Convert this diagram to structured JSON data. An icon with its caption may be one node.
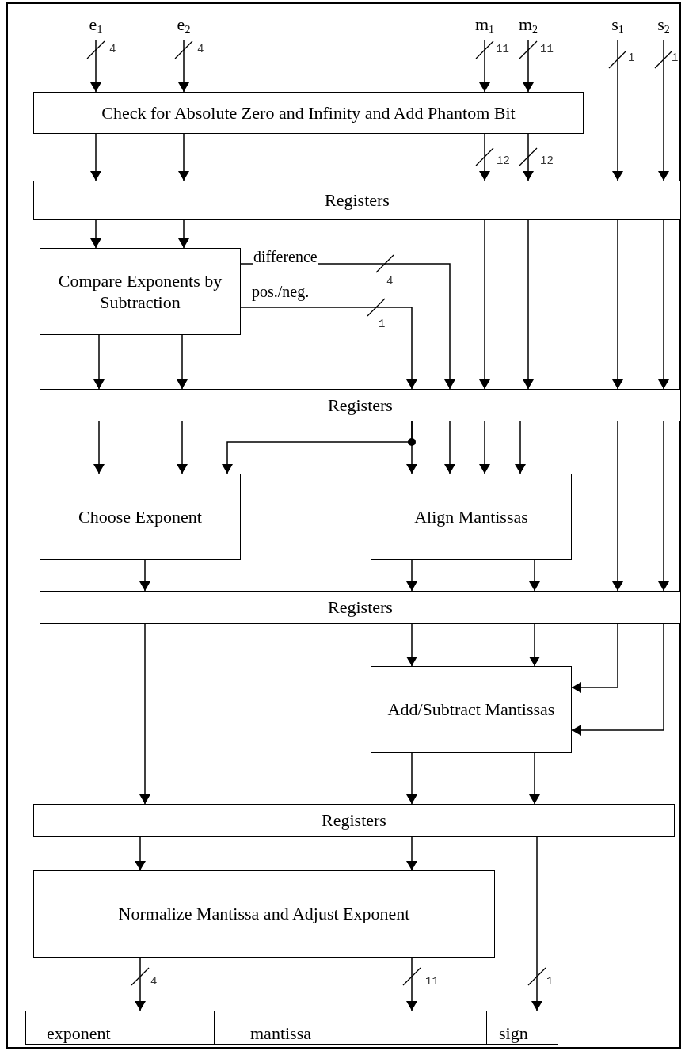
{
  "diagram": {
    "nodes": [
      {
        "text": [
          "e$_{1}$"
        ]
      },
      {
        "text": [
          "e$_{2}$"
        ]
      },
      {
        "text": [
          "m$_{1}$"
        ]
      },
      {
        "text": [
          "m$_{2}$"
        ]
      },
      {
        "text": [
          "s$_{1}$"
        ]
      },
      {
        "text": [
          "s$_{2}$"
        ]
      },
      {
        "text": [
          "Check for Absolute Zero and Infinity and Add Phantom Bit"
        ]
      },
      {
        "text": [
          "Registers"
        ]
      },
      {
        "text": [
          "Compare Exponents by Subtraction"
        ]
      },
      {
        "text": [
          "Registers"
        ]
      },
      {
        "text": [
          "Choose Exponent"
        ]
      },
      {
        "text": [
          "Align Mantissas"
        ]
      },
      {
        "text": [
          "Registers"
        ]
      },
      {
        "text": [
          "Add/Subtract Mantissas"
        ]
      },
      {
        "text": [
          "Registers"
        ]
      },
      {
        "text": [
          "Normalize Mantissa and Adjust Exponent"
        ]
      },
      {
        "text": [
          "exponent"
        ]
      },
      {
        "text": [
          "mantissa"
        ]
      },
      {
        "text": [
          "sign"
        ]
      }
    ],
    "edges": [
      {
        "from": 0,
        "to": 6,
        "arrow": "to"
      },
      {
        "from": 1,
        "to": 6,
        "arrow": "to"
      },
      {
        "from": 2,
        "to": 6,
        "arrow": "to"
      },
      {
        "from": 3,
        "to": 6,
        "arrow": "to"
      },
      {
        "from": 4,
        "to": 7,
        "arrow": "to"
      },
      {
        "from": 5,
        "to": 7,
        "arrow": "to"
      },
      {
        "from": 6,
        "to": 7,
        "arrow": "to"
      },
      {
        "from": 6,
        "to": 7,
        "arrow": "to"
      },
      {
        "from": 6,
        "to": 7,
        "arrow": "to"
      },
      {
        "from": 6,
        "to": 7,
        "arrow": "to"
      },
      {
        "from": 7,
        "to": 8,
        "arrow": "to"
      },
      {
        "from": 7,
        "to": 8,
        "arrow": "to"
      },
      {
        "from": 8,
        "to": 9,
        "arrow": "to",
        "label": "difference"
      },
      {
        "from": 8,
        "to": 9,
        "arrow": "to",
        "label": "pos./neg."
      },
      {
        "from": 7,
        "to": 9,
        "arrow": "to"
      },
      {
        "from": 7,
        "to": 9,
        "arrow": "to"
      },
      {
        "from": 7,
        "to": 9,
        "arrow": "to"
      },
      {
        "from": 7,
        "to": 9,
        "arrow": "to"
      },
      {
        "from": 8,
        "to": 9,
        "arrow": "to"
      },
      {
        "from": 8,
        "to": 9,
        "arrow": "to"
      },
      {
        "from": 9,
        "to": 10,
        "arrow": "to"
      },
      {
        "from": 9,
        "to": 10,
        "arrow": "to"
      },
      {
        "from": 9,
        "to": 10,
        "arrow": "to"
      },
      {
        "from": 9,
        "to": 11,
        "arrow": "to"
      },
      {
        "from": 9,
        "to": 11,
        "arrow": "to"
      },
      {
        "from": 9,
        "to": 11,
        "arrow": "to"
      },
      {
        "from": 9,
        "to": 11,
        "arrow": "to"
      },
      {
        "from": 9,
        "to": 12,
        "arrow": "to"
      },
      {
        "from": 9,
        "to": 12,
        "arrow": "to"
      },
      {
        "from": 10,
        "to": 12,
        "arrow": "to"
      },
      {
        "from": 11,
        "to": 12,
        "arrow": "to"
      },
      {
        "from": 11,
        "to": 12,
        "arrow": "to"
      },
      {
        "from": 12,
        "to": 14,
        "arrow": "to"
      },
      {
        "from": 12,
        "to": 13,
        "arrow": "to"
      },
      {
        "from": 12,
        "to": 13,
        "arrow": "to"
      },
      {
        "from": 12,
        "to": 13,
        "arrow": "to"
      },
      {
        "from": 12,
        "to": 13,
        "arrow": "to"
      },
      {
        "from": 13,
        "to": 14,
        "arrow": "to"
      },
      {
        "from": 13,
        "to": 14,
        "arrow": "to"
      },
      {
        "from": 14,
        "to": 15,
        "arrow": "to"
      },
      {
        "from": 14,
        "to": 15,
        "arrow": "to"
      },
      {
        "from": 14,
        "to": 18,
        "arrow": "to"
      },
      {
        "from": 15,
        "to": 16,
        "arrow": "to"
      },
      {
        "from": 15,
        "to": 17,
        "arrow": "to"
      }
    ],
    "labels": [
      "4",
      "4",
      "11",
      "11",
      "1",
      "1",
      "12",
      "12",
      "4",
      "1",
      "4",
      "11",
      "1"
    ]
  }
}
